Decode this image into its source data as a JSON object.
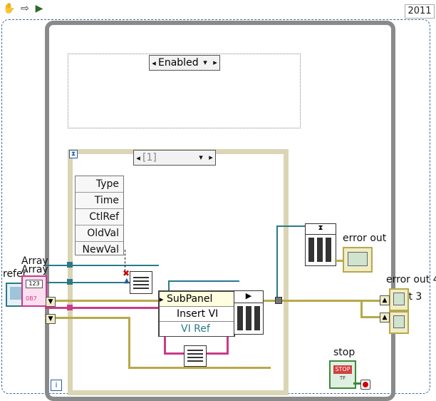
{
  "toolbar": {
    "version_year": "2011"
  },
  "disable_structure": {
    "selected_case": "Enabled"
  },
  "sequence": {
    "frame_label": "[1]"
  },
  "unbundle": {
    "fields": [
      "Type",
      "Time",
      "CtlRef",
      "OldVal",
      "NewVal"
    ]
  },
  "invoke_node": {
    "class_label": "SubPanel",
    "method_label": "Insert VI",
    "input_label": "VI Ref"
  },
  "labels": {
    "array_1": "Array",
    "array_2": "Array",
    "reference": "refer",
    "error_out": "error out",
    "error_out_4": "error out 4",
    "error_out_3": "out 3",
    "stop": "stop",
    "stop_button_text": "STOP",
    "numeric_display": "123",
    "ref_badge": "0B7",
    "tf_badge": "TF",
    "iteration_i": "i"
  },
  "colors": {
    "error_wire": "#b8a84a",
    "ref_wire": "#2a7a8a",
    "cluster_wire": "#cc3a8a",
    "loop_border": "#8a8a8a"
  }
}
